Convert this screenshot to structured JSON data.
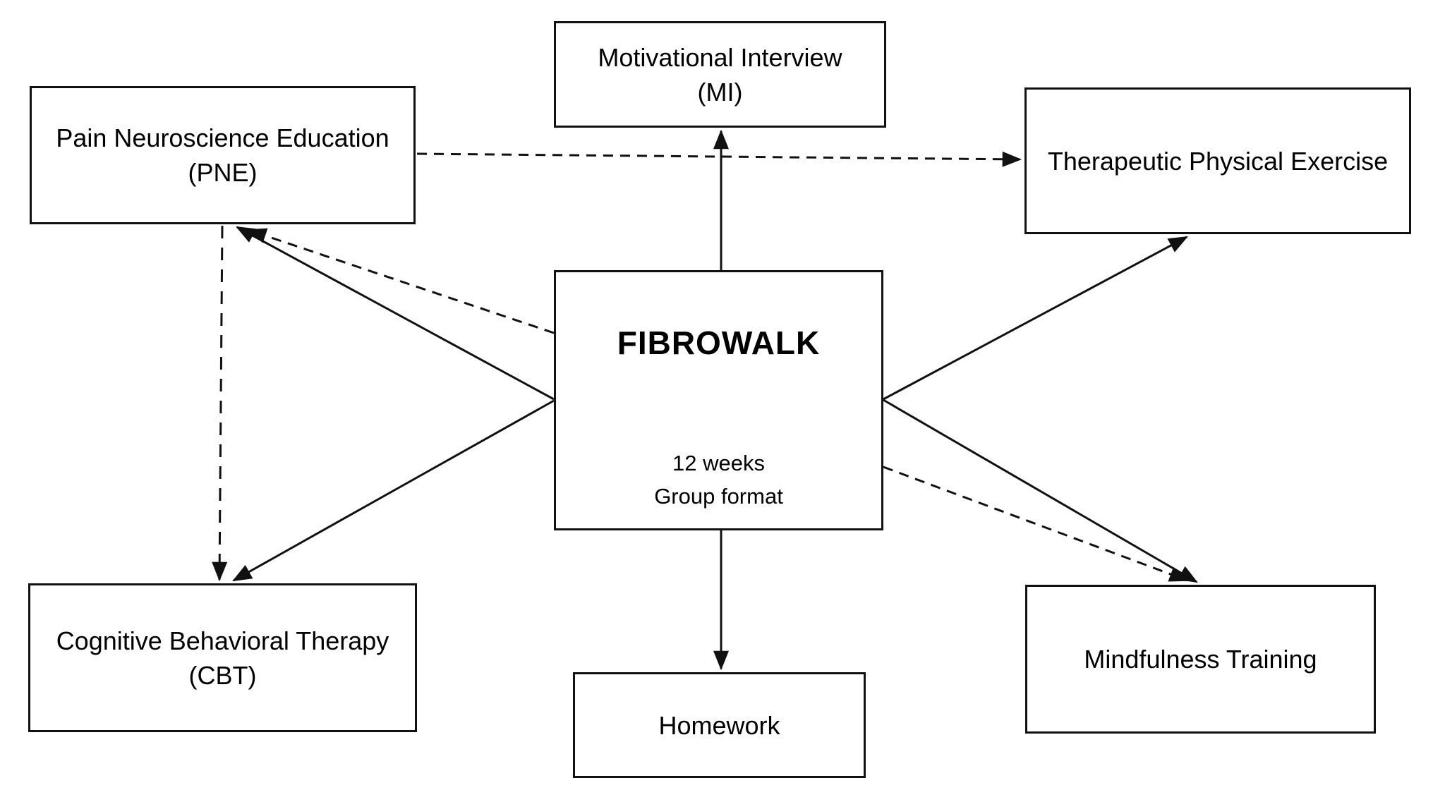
{
  "nodes": {
    "pne": {
      "line1": "Pain Neuroscience Education",
      "line2": "(PNE)"
    },
    "mi": {
      "line1": "Motivational Interview",
      "line2": "(MI)"
    },
    "tpe": {
      "line1": "Therapeutic Physical Exercise"
    },
    "fibrowalk": {
      "title": "FIBROWALK",
      "sub1": "12 weeks",
      "sub2": "Group format"
    },
    "cbt": {
      "line1": "Cognitive Behavioral Therapy",
      "line2": "(CBT)"
    },
    "mindfulness": {
      "line1": "Mindfulness Training"
    },
    "homework": {
      "line1": "Homework"
    }
  },
  "edges": [
    {
      "from": "fibrowalk",
      "to": "mi",
      "style": "solid"
    },
    {
      "from": "fibrowalk",
      "to": "homework",
      "style": "solid"
    },
    {
      "from": "fibrowalk",
      "to": "pne",
      "style": "solid"
    },
    {
      "from": "fibrowalk",
      "to": "pne",
      "style": "dashed"
    },
    {
      "from": "fibrowalk",
      "to": "cbt",
      "style": "solid"
    },
    {
      "from": "fibrowalk",
      "to": "tpe",
      "style": "solid"
    },
    {
      "from": "fibrowalk",
      "to": "mindfulness",
      "style": "solid"
    },
    {
      "from": "fibrowalk",
      "to": "mindfulness",
      "style": "dashed"
    },
    {
      "from": "pne",
      "to": "tpe",
      "style": "dashed"
    },
    {
      "from": "pne",
      "to": "cbt",
      "style": "dashed"
    }
  ],
  "colors": {
    "line": "#111111",
    "box_border": "#111111",
    "background": "#ffffff",
    "text": "#000000"
  }
}
